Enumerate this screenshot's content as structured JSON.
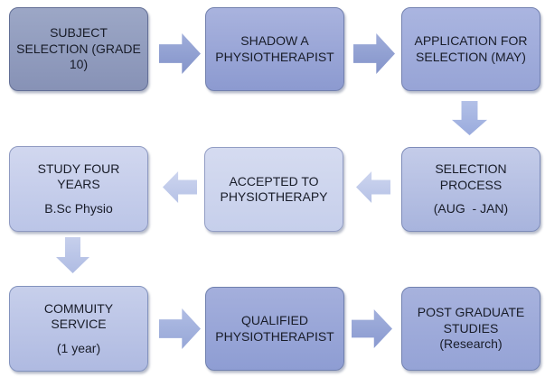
{
  "background": "#ffffff",
  "text_color": "#181c28",
  "boxes": [
    {
      "name": "flow-step-subject-selection",
      "main": "SUBJECT\nSELECTION (GRADE\n10)",
      "fill_top": "#9ca7c6",
      "fill_bottom": "#8792b6",
      "border": "#626e95"
    },
    {
      "name": "flow-step-shadow-physiotherapist",
      "main": "SHADOW A\nPHYSIOTHERAPIST",
      "fill_top": "#a9b3de",
      "fill_bottom": "#8c9ad0",
      "border": "#7280ad"
    },
    {
      "name": "flow-step-application-selection",
      "main": "APPLICATION FOR\nSELECTION (MAY)",
      "fill_top": "#aab5e0",
      "fill_bottom": "#97a4d6",
      "border": "#7482b0"
    },
    {
      "name": "flow-step-study-four-years",
      "main": "STUDY FOUR\nYEARS",
      "sub": "B.Sc Physio",
      "fill_top": "#d1d7ef",
      "fill_bottom": "#bbc5e7",
      "border": "#8e99c1"
    },
    {
      "name": "flow-step-accepted-physiotherapy",
      "main": "ACCEPTED TO\nPHYSIOTHERAPY",
      "fill_top": "#d5dbf0",
      "fill_bottom": "#c6cfeb",
      "border": "#929dc4"
    },
    {
      "name": "flow-step-selection-process",
      "main": "SELECTION\nPROCESS",
      "sub": "(AUG  - JAN)",
      "fill_top": "#c4cce9",
      "fill_bottom": "#a8b4dd",
      "border": "#7e8cb9"
    },
    {
      "name": "flow-step-community-service",
      "main": "COMMUITY\nSERVICE",
      "sub": "(1 year)",
      "fill_top": "#c7cfeb",
      "fill_bottom": "#afbae1",
      "border": "#8292bd"
    },
    {
      "name": "flow-step-qualified-physiotherapist",
      "main": "QUALIFIED\nPHYSIOTHERAPIST",
      "fill_top": "#a4afdc",
      "fill_bottom": "#8e9dd3",
      "border": "#7080ae"
    },
    {
      "name": "flow-step-post-graduate-studies",
      "main": "POST GRADUATE\nSTUDIES\n(Research)",
      "fill_top": "#a7b2dd",
      "fill_bottom": "#95a3d6",
      "border": "#7282b0"
    }
  ],
  "arrows": [
    {
      "name": "arrow-right-1",
      "direction": "right",
      "fill_top": "#9fadda",
      "fill_bottom": "#8494ca"
    },
    {
      "name": "arrow-right-2",
      "direction": "right",
      "fill_top": "#9fadda",
      "fill_bottom": "#8494ca"
    },
    {
      "name": "arrow-down-1",
      "direction": "down",
      "fill_top": "#b2c0e7",
      "fill_bottom": "#9aabdd"
    },
    {
      "name": "arrow-left-1",
      "direction": "left",
      "fill_top": "#cdd5ef",
      "fill_bottom": "#b6c2e6"
    },
    {
      "name": "arrow-left-2",
      "direction": "left",
      "fill_top": "#cdd5ef",
      "fill_bottom": "#b6c2e6"
    },
    {
      "name": "arrow-down-2",
      "direction": "down",
      "fill_top": "#c6cfec",
      "fill_bottom": "#afbce3"
    },
    {
      "name": "arrow-right-3",
      "direction": "right",
      "fill_top": "#b0bde4",
      "fill_bottom": "#97a7d7"
    },
    {
      "name": "arrow-right-4",
      "direction": "right",
      "fill_top": "#a2b0dc",
      "fill_bottom": "#8a9ad0"
    }
  ]
}
